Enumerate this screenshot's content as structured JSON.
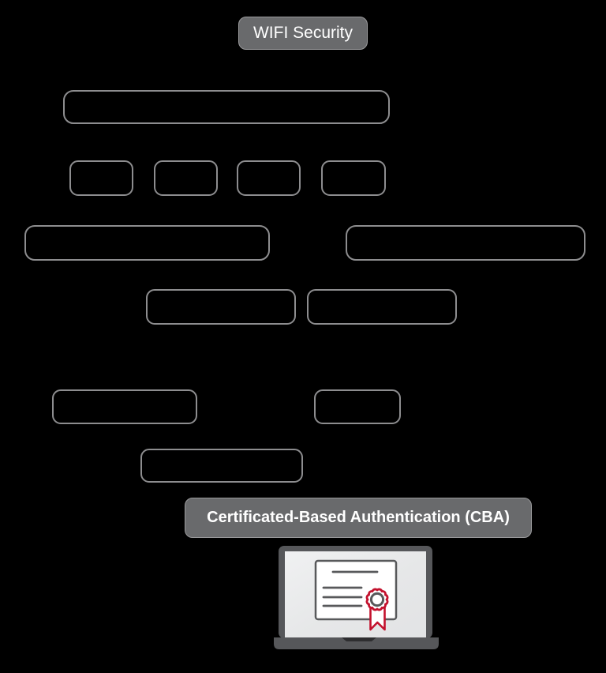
{
  "page": {
    "background": "#000000",
    "kind": "wifi-security-diagram"
  },
  "header": {
    "label": "WIFI Security"
  },
  "cba": {
    "label": "Certificated-Based Authentication (CBA)"
  },
  "icons": {
    "laptop": "laptop-icon",
    "certificate": "certificate-icon",
    "seal": "rosette-seal-icon",
    "ribbon": "ribbon-icon"
  },
  "colors": {
    "background": "#000000",
    "node_stroke": "#8d8d8f",
    "label_fill": "#696a6c",
    "label_border": "#9a9a9c",
    "label_text": "#ffffff",
    "laptop_frame": "#56575a",
    "laptop_screen": "#e8e9ea",
    "laptop_notch": "#2e2e30",
    "certificate_fill": "#ffffff",
    "certificate_stroke": "#58595b",
    "seal_red": "#c3112d"
  }
}
